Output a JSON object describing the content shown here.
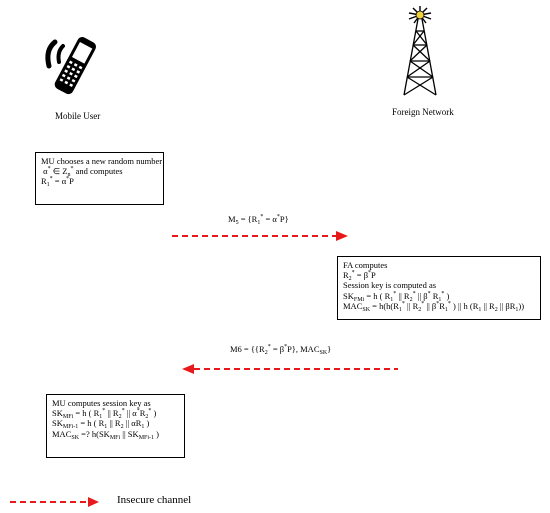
{
  "entities": {
    "mobile_user": "Mobile User",
    "foreign_network": "Foreign Network"
  },
  "mu_box": {
    "line1": "MU chooses a new random number",
    "alpha": "α",
    "star": "*",
    "in_z": " ∈ Z",
    "z_sub": "n",
    "and_computes": " and computes",
    "r1_r": "R",
    "r1_sub": "1",
    "r1_rest": " = α",
    "r1_p": "P"
  },
  "m5": {
    "m": "M",
    "sub": "5",
    "eq": " = {R",
    "r_sub": "1",
    "mid": " = α",
    "end": "P}"
  },
  "fa_box": {
    "line1": "FA computes",
    "r2_r": "R",
    "r2_sub": "2",
    "r2_rest": " = β",
    "r2_p": "P",
    "line3": "Session key is computed as",
    "sk_sk": "SK",
    "sk_sub": "FMi",
    "sk_a": " = h ( R",
    "sk_b": " || R",
    "sk_c": " || β",
    "sk_d": " R",
    "sk_e": " )",
    "mac_mac": "MAC",
    "mac_sub": "SK",
    "mac_a": " = h(h(R",
    "mac_b": " || R",
    "mac_c": " || β",
    "mac_d": "R",
    "mac_e": " ) || h (R",
    "mac_f": " || R",
    "mac_g": " || βR",
    "mac_h": "))",
    "one": "1",
    "two": "2"
  },
  "m6": {
    "m": "M6 = {{R",
    "sub2": "2",
    "mid": " = β",
    "end": "P}, MAC",
    "mac_sub": "SK",
    "close": "}"
  },
  "mu_key_box": {
    "line1": "MU computes session key as",
    "a_sk": "SK",
    "a_sub": "MFi",
    "a_1": " = h ( R",
    "a_2": " || R",
    "a_3": " || α",
    "a_4": "R",
    "a_5": " )",
    "b_sk": "SK",
    "b_sub": "MFi-1",
    "b_1": " = h ( R",
    "b_2": " || R",
    "b_3": " || αR",
    "b_4": " )",
    "c_mac": "MAC",
    "c_sub": "SK",
    "c_1": " =?  h(SK",
    "c_2": " || SK",
    "c_3": " )",
    "one": "1",
    "two": "2",
    "star": "*"
  },
  "legend": {
    "label": "Insecure channel"
  },
  "colors": {
    "arrow": "#e8191a",
    "text": "#000000"
  },
  "icons": [
    "mobile-phone-icon",
    "antenna-tower-icon"
  ]
}
